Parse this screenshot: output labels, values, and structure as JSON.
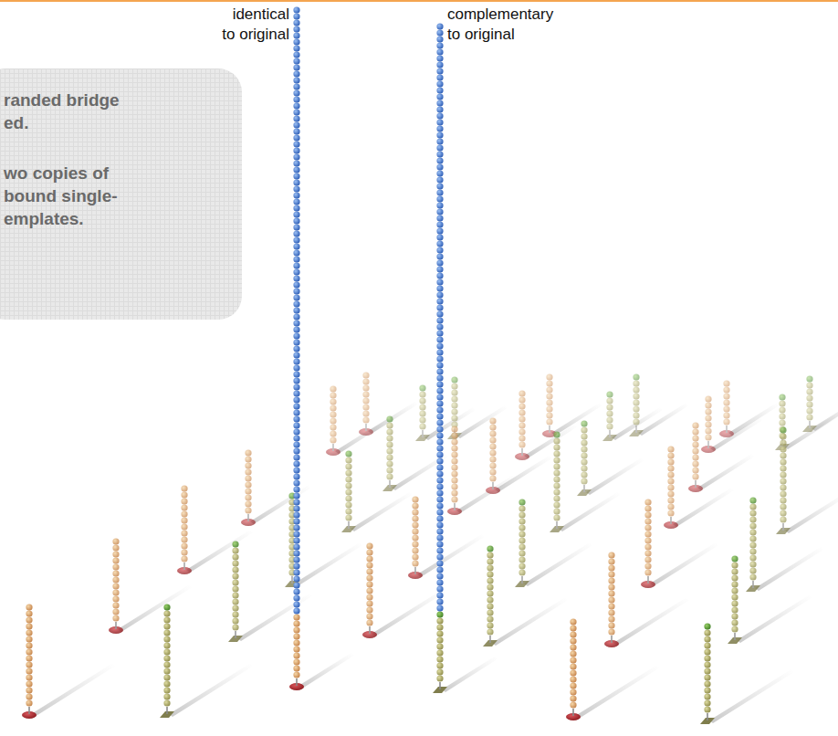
{
  "diagram": {
    "nodes": [
      {
        "text": [
          "randed bridge ed.",
          "wo copies of bound single- emplates."
        ]
      }
    ],
    "labels": [
      "identical to original",
      "complementary to original"
    ]
  }
}
